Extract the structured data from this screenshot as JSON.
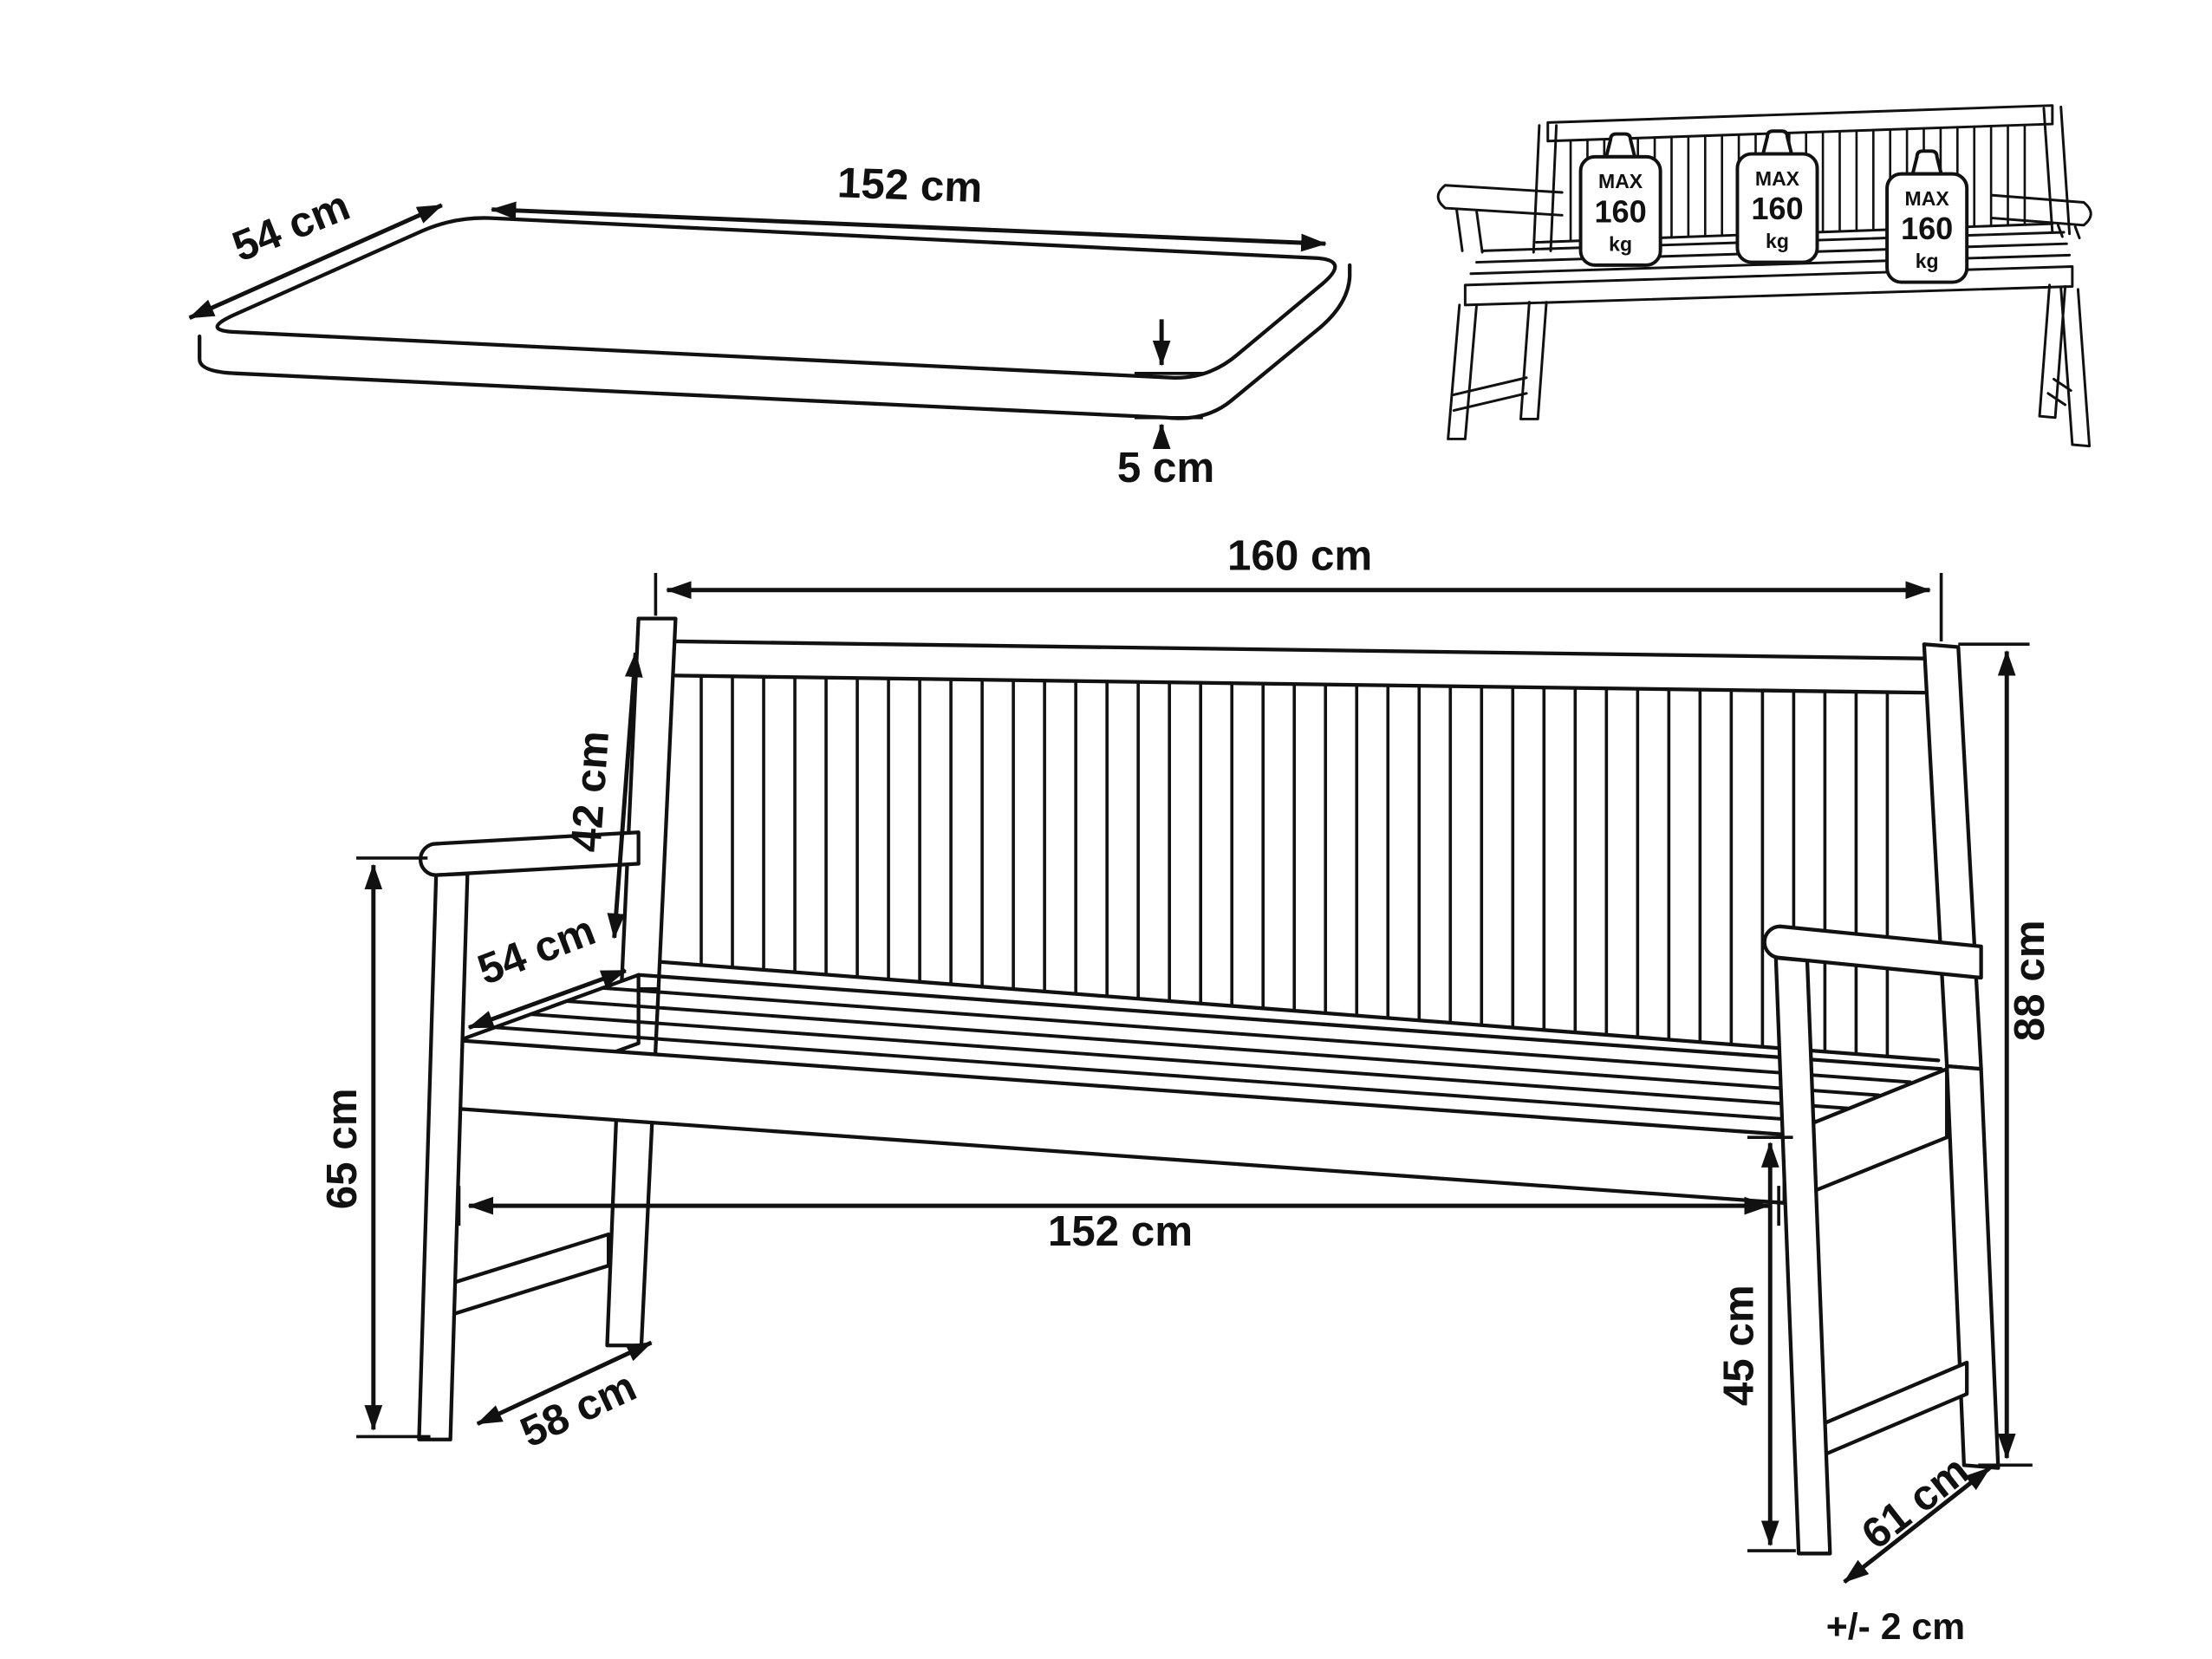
{
  "diagram": {
    "tolerance": "+/- 2 cm",
    "cushion": {
      "length": "152 cm",
      "width": "54 cm",
      "thickness": "5 cm"
    },
    "capacity": {
      "label_max": "MAX",
      "label_value": "160",
      "label_unit": "kg"
    },
    "bench": {
      "total_width": "160 cm",
      "backrest_height": "42 cm",
      "seat_depth": "54 cm",
      "armrest_height": "65 cm",
      "front_base_depth": "58 cm",
      "seat_width": "152 cm",
      "total_height": "88 cm",
      "seat_height": "45 cm",
      "side_base_depth": "61 cm"
    }
  }
}
